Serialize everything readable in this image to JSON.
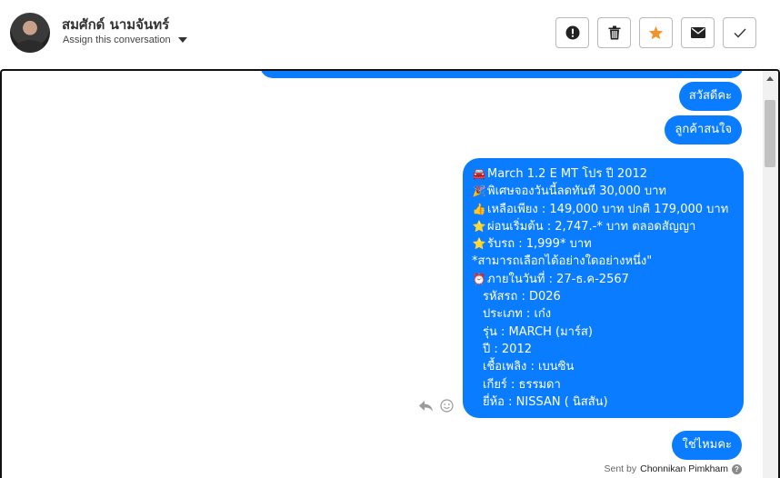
{
  "header": {
    "contact_name": "สมศักด์ นามจันทร์",
    "assign_label": "Assign this conversation",
    "actions": [
      {
        "icon": "alert-icon"
      },
      {
        "icon": "trash-icon"
      },
      {
        "icon": "star-icon",
        "color": "#f0932b"
      },
      {
        "icon": "mail-icon"
      },
      {
        "icon": "check-icon"
      }
    ]
  },
  "messages": {
    "greeting": "สวัสดีคะ",
    "interested": "ลูกค้าสนใจ",
    "detail_lines": [
      {
        "icon": "🚘",
        "text": "March 1.2 E MT โปร ปี 2012"
      },
      {
        "icon": "🎉",
        "text": "พิเศษจองวันนี้ลดทันที 30,000 บาท"
      },
      {
        "icon": "👍",
        "text": "เหลือเพียง : 149,000 บาท ปกติ 179,000 บาท"
      },
      {
        "icon": "⭐",
        "text": "ผ่อนเริ่มต้น : 2,747.-* บาท ตลอดสัญญา"
      },
      {
        "icon": "⭐",
        "text": "รับรถ : 1,999* บาท"
      },
      {
        "icon": "",
        "text": "*สามารถเลือกได้อย่างใดอย่างหนึ่ง\""
      },
      {
        "icon": "⏰",
        "text": "ภายในวันที่ : 27-ธ.ค-2567"
      },
      {
        "icon": "",
        "text": "รหัสรถ : D026"
      },
      {
        "icon": "",
        "text": "ประเภท : เก๋ง"
      },
      {
        "icon": "",
        "text": "รุ่น : MARCH (มาร์ส)"
      },
      {
        "icon": "",
        "text": "ปี : 2012"
      },
      {
        "icon": "",
        "text": "เชื้อเพลิง : เบนซิน"
      },
      {
        "icon": "",
        "text": "เกียร์ : ธรรมดา"
      },
      {
        "icon": "",
        "text": "ยี่ห้อ : NISSAN ( นิสสัน)"
      }
    ],
    "question": "ใช่ไหมคะ",
    "sent_by_prefix": "Sent by",
    "sent_by_name": "Chonnikan Pimkham",
    "bubble_color": "#0a7cff"
  }
}
